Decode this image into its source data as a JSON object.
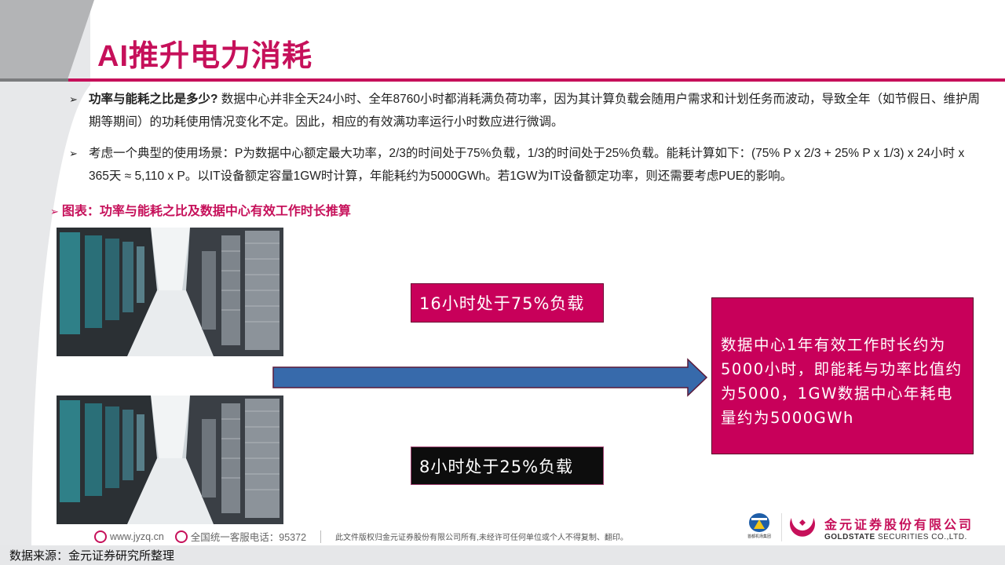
{
  "header": {
    "title": "AI推升电力消耗"
  },
  "bullets": [
    {
      "lead": "功率与能耗之比是多少?",
      "text": " 数据中心并非全天24小时、全年8760小时都消耗满负荷功率，因为其计算负载会随用户需求和计划任务而波动，导致全年（如节假日、维护周期等期间）的功耗使用情况变化不定。因此，相应的有效满功率运行小时数应进行微调。"
    },
    {
      "lead": "",
      "text": "考虑一个典型的使用场景：P为数据中心额定最大功率，2/3的时间处于75%负载，1/3的时间处于25%负载。能耗计算如下：(75% P x 2/3 + 25% P x 1/3) x 24小时 x 365天 ≈ 5,110 x P。以IT设备额定容量1GW时计算，年能耗约为5000GWh。若1GW为IT设备额定功率，则还需要考虑PUE的影响。"
    }
  ],
  "figure": {
    "caption": "图表：功率与能耗之比及数据中心有效工作时长推算",
    "box_high_load": "16小时处于75%负载",
    "box_low_load": "8小时处于25%负载",
    "result": "数据中心1年有效工作时长约为5000小时，即能耗与功率比值约为5000，1GW数据中心年耗电量约为5000GWh",
    "colors": {
      "accent": "#c8005a",
      "arrow": "#376aab",
      "low_box": "#0d0d0d"
    }
  },
  "footer": {
    "website": "www.jyzq.cn",
    "hotline": "全国统一客服电话：95372",
    "copyright": "此文件版权归金元证券股份有限公司所有,未经许可任何单位或个人不得复制、翻印。",
    "company_cn": "金元证券股份有限公司",
    "company_en_bold": "GOLDSTATE",
    "company_en": " SECURITIES  CO.,LTD.",
    "airport_logo_text": "首都机场集团"
  },
  "source": "数据来源：金元证券研究所整理"
}
